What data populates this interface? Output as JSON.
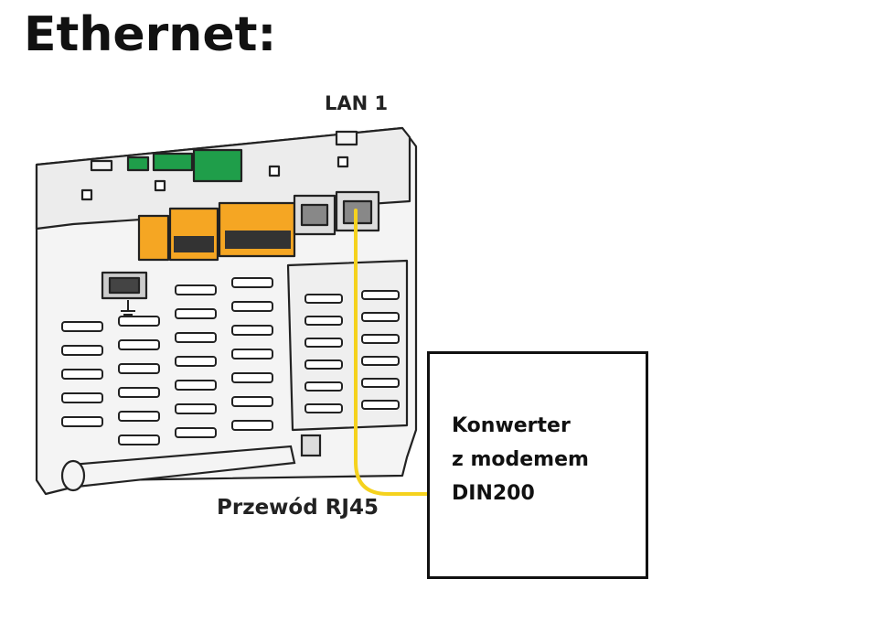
{
  "title": "Ethernet:",
  "labels": {
    "port": "LAN 1",
    "cable": "Przewód RJ45",
    "converter_line1": "Konwerter",
    "converter_line2": "z modemem",
    "converter_line3": "DIN200"
  },
  "colors": {
    "cable": "#f5d21e",
    "terminal": "#f5a623",
    "connector_green": "#1f9e4a",
    "device_fill": "#f4f4f4",
    "outline": "#222222"
  },
  "icons": [
    "ground-symbol-icon",
    "antenna-icon"
  ]
}
